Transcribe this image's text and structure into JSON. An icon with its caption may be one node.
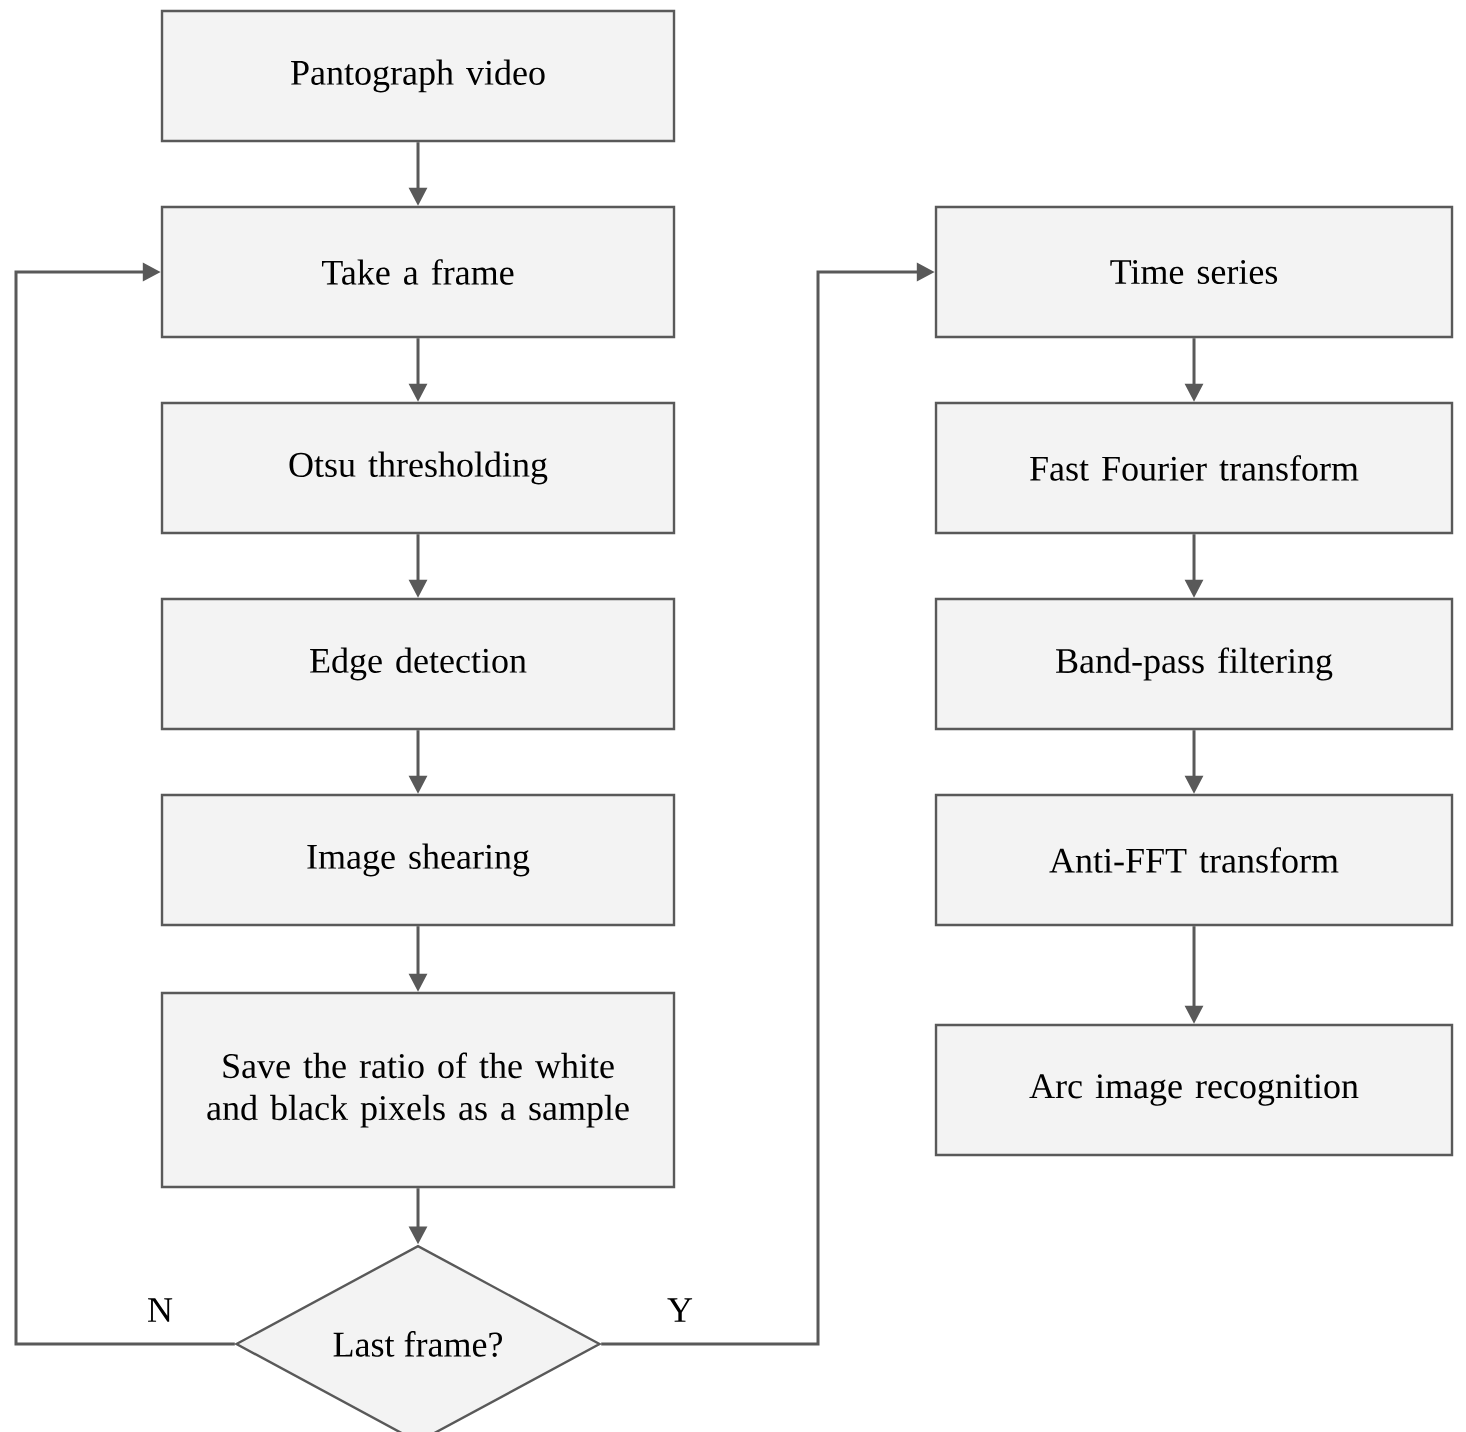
{
  "diagram": {
    "nodes": [
      {
        "text": [
          "Pantograph video"
        ]
      },
      {
        "text": [
          "Take a frame"
        ]
      },
      {
        "text": [
          "Otsu thresholding"
        ]
      },
      {
        "text": [
          "Edge detection"
        ]
      },
      {
        "text": [
          "Image shearing"
        ]
      },
      {
        "text": [
          "Save the ratio of the white and black pixels as a sample"
        ]
      },
      {
        "text": [
          "Last frame?"
        ]
      },
      {
        "text": [
          "Time series"
        ]
      },
      {
        "text": [
          "Fast Fourier transform"
        ]
      },
      {
        "text": [
          "Band-pass filtering"
        ]
      },
      {
        "text": [
          "Anti-FFT transform"
        ]
      },
      {
        "text": [
          "Arc image recognition"
        ]
      }
    ],
    "edges": [
      {
        "from": 0,
        "to": 1,
        "arrow": "to"
      },
      {
        "from": 1,
        "to": 2,
        "arrow": "to"
      },
      {
        "from": 2,
        "to": 3,
        "arrow": "to"
      },
      {
        "from": 3,
        "to": 4,
        "arrow": "to"
      },
      {
        "from": 4,
        "to": 5,
        "arrow": "to"
      },
      {
        "from": 5,
        "to": 6,
        "arrow": "to"
      },
      {
        "from": 6,
        "to": 1,
        "arrow": "to",
        "label": "N"
      },
      {
        "from": 6,
        "to": 7,
        "arrow": "to",
        "label": "Y"
      },
      {
        "from": 7,
        "to": 8,
        "arrow": "to"
      },
      {
        "from": 8,
        "to": 9,
        "arrow": "to"
      },
      {
        "from": 9,
        "to": 10,
        "arrow": "to"
      },
      {
        "from": 10,
        "to": 11,
        "arrow": "to"
      }
    ]
  }
}
